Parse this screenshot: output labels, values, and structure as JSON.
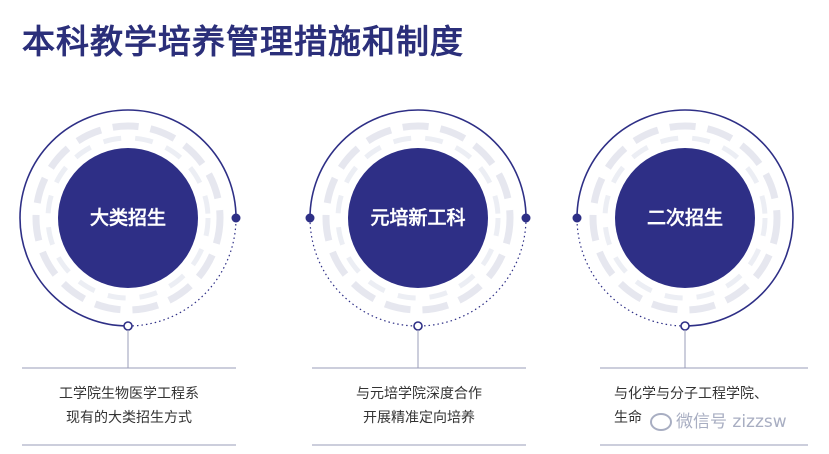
{
  "page": {
    "title": "本科教学培养管理措施和制度"
  },
  "colors": {
    "title": "#2b2f7a",
    "circle_fill": "#2e2f86",
    "dashes": "#e6e7ef",
    "ring": "#2e2f86",
    "lines": "#9a9cb8"
  },
  "items": [
    {
      "label": "大类招生",
      "caption_line1": "工学院生物医学工程系",
      "caption_line2": "现有的大类招生方式"
    },
    {
      "label": "元培新工科",
      "caption_line1": "与元培学院深度合作",
      "caption_line2": "开展精准定向培养"
    },
    {
      "label": "二次招生",
      "caption_line1": "与化学与分子工程学院、",
      "caption_line2": "生命"
    }
  ],
  "watermark": {
    "text": "微信号 zizzsw",
    "icon": "wechat-icon"
  }
}
